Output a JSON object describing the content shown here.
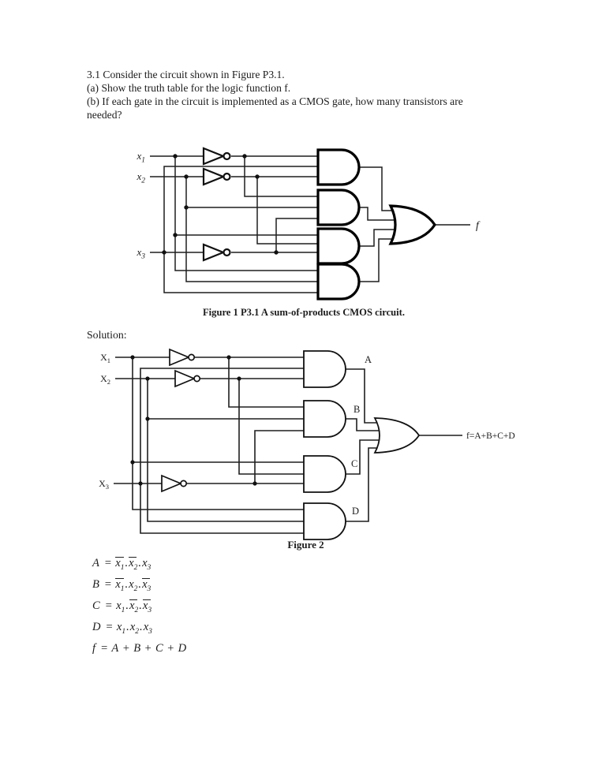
{
  "problem": {
    "lines": [
      "3.1 Consider the circuit shown in Figure P3.1.",
      "(a) Show the truth table for the logic function f.",
      "(b) If each gate in the circuit is implemented as a CMOS gate, how many transistors are",
      "needed?"
    ]
  },
  "figure1": {
    "caption": "Figure 1 P3.1 A sum-of-products CMOS circuit.",
    "inputs": [
      {
        "base": "x",
        "sub": "1"
      },
      {
        "base": "x",
        "sub": "2"
      },
      {
        "base": "x",
        "sub": "3"
      }
    ],
    "output_label": "f"
  },
  "solution_label": "Solution:",
  "figure2": {
    "caption": "Figure 2",
    "inputs": [
      {
        "base": "X",
        "sub": "1"
      },
      {
        "base": "X",
        "sub": "2"
      },
      {
        "base": "X",
        "sub": "3"
      }
    ],
    "gate_labels": [
      "A",
      "B",
      "C",
      "D"
    ],
    "output_label": "f=A+B+C+D"
  },
  "equations": [
    {
      "lhs": "A",
      "tokens": [
        {
          "t": "="
        },
        {
          "t": "x",
          "sub": "1",
          "bar": true
        },
        {
          "t": "."
        },
        {
          "t": "x",
          "sub": "2",
          "bar": true
        },
        {
          "t": "."
        },
        {
          "t": "x",
          "sub": "3"
        }
      ]
    },
    {
      "lhs": "B",
      "tokens": [
        {
          "t": "="
        },
        {
          "t": "x",
          "sub": "1",
          "bar": true
        },
        {
          "t": "."
        },
        {
          "t": "x",
          "sub": "2"
        },
        {
          "t": "."
        },
        {
          "t": "x",
          "sub": "3",
          "bar": true
        }
      ]
    },
    {
      "lhs": "C",
      "tokens": [
        {
          "t": "="
        },
        {
          "t": "x",
          "sub": "1"
        },
        {
          "t": "."
        },
        {
          "t": "x",
          "sub": "2",
          "bar": true
        },
        {
          "t": "."
        },
        {
          "t": "x",
          "sub": "3",
          "bar": true
        }
      ]
    },
    {
      "lhs": "D",
      "tokens": [
        {
          "t": "="
        },
        {
          "t": "x",
          "sub": "1"
        },
        {
          "t": "."
        },
        {
          "t": "x",
          "sub": "2"
        },
        {
          "t": "."
        },
        {
          "t": "x",
          "sub": "3"
        }
      ]
    },
    {
      "lhs": "f",
      "tokens": [
        {
          "t": "="
        },
        {
          "t": "A"
        },
        {
          "t": "+",
          "op": true
        },
        {
          "t": "B"
        },
        {
          "t": "+",
          "op": true
        },
        {
          "t": "C"
        },
        {
          "t": "+",
          "op": true
        },
        {
          "t": "D"
        }
      ]
    }
  ],
  "colors": {
    "ink": "#1c1c1c",
    "background": "#ffffff"
  }
}
